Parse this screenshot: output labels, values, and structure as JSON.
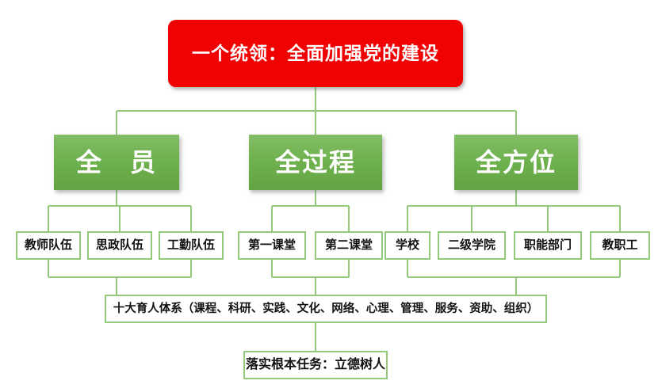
{
  "colors": {
    "banner_red": "#F00202",
    "pillar_green": "#6CB04A",
    "line_green": "#94C97C"
  },
  "tree": {
    "root": {
      "label": "一个统领：全面加强党的建设"
    },
    "pillars": [
      {
        "label": "全　员",
        "children": [
          {
            "label": "教师队伍"
          },
          {
            "label": "思政队伍"
          },
          {
            "label": "工勤队伍"
          }
        ]
      },
      {
        "label": "全过程",
        "children": [
          {
            "label": "第一课堂"
          },
          {
            "label": "第二课堂"
          }
        ]
      },
      {
        "label": "全方位",
        "children": [
          {
            "label": "学校"
          },
          {
            "label": "二级学院"
          },
          {
            "label": "职能部门"
          },
          {
            "label": "教职工"
          }
        ]
      }
    ],
    "system": {
      "label": "十大育人体系（课程、科研、实践、文化、网络、心理、管理、服务、资助、组织）"
    },
    "mission": {
      "label": "落实根本任务：立德树人"
    }
  }
}
